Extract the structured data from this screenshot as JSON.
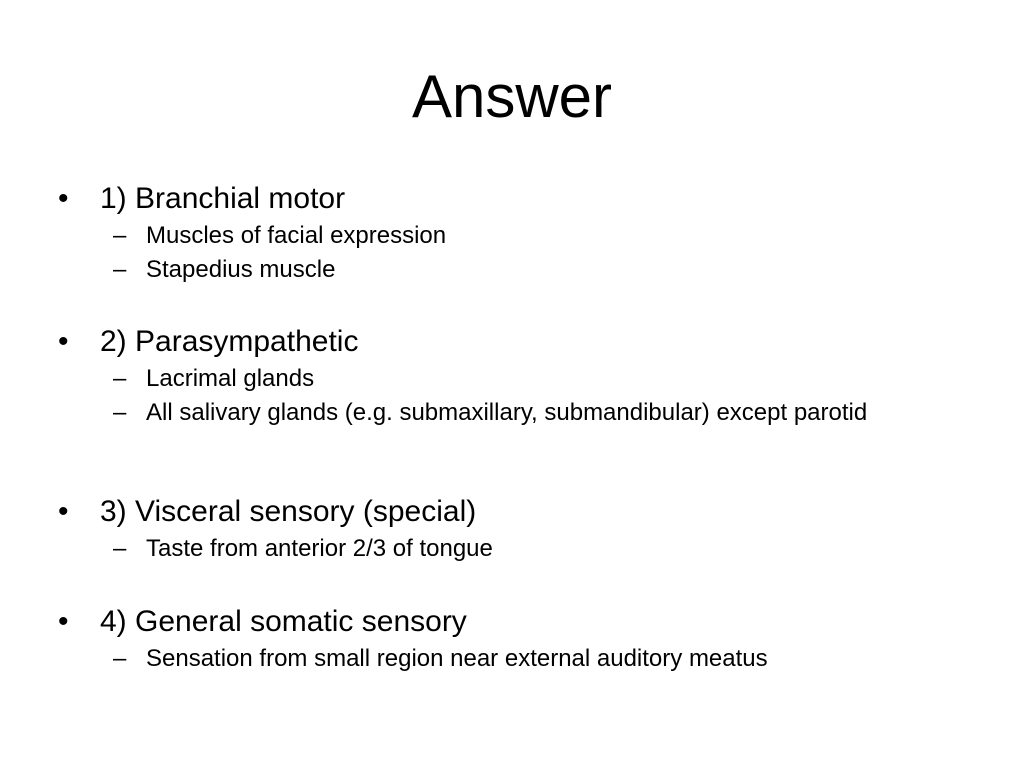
{
  "slide": {
    "title": "Answer",
    "bullet_glyph": "•",
    "dash_glyph": "–",
    "sections": [
      {
        "heading": "1) Branchial motor",
        "items": [
          "Muscles of facial expression",
          "Stapedius muscle"
        ]
      },
      {
        "heading": "2) Parasympathetic",
        "items": [
          "Lacrimal glands",
          "All salivary glands (e.g. submaxillary, submandibular) except parotid"
        ]
      },
      {
        "heading": "3) Visceral sensory (special)",
        "items": [
          "Taste from anterior 2/3 of tongue"
        ]
      },
      {
        "heading": "4) General somatic sensory",
        "items": [
          "Sensation from small region near external auditory meatus"
        ]
      }
    ]
  }
}
